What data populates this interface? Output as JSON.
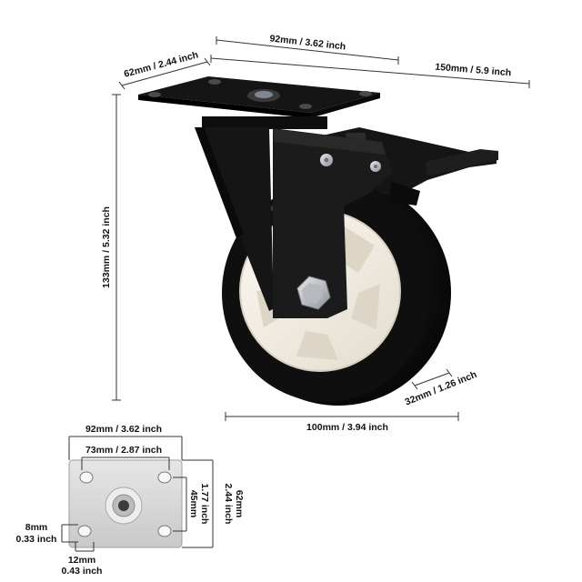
{
  "dimensions": {
    "top_plate_bolt_span": "92mm / 3.62 inch",
    "top_plate_depth": "62mm / 2.44 inch",
    "overall_length": "150mm / 5.9 inch",
    "overall_height": "133mm / 5.32 inch",
    "wheel_width": "32mm / 1.26 inch",
    "wheel_diameter": "100mm / 3.94 inch",
    "plate_width": "92mm / 3.62 inch",
    "bolt_spacing_x": "73mm / 2.87 inch",
    "plate_depth_mm": "62mm",
    "plate_depth_in": "2.44 inch",
    "bolt_spacing_y_mm": "45mm",
    "bolt_spacing_y_in": "1.77 inch",
    "edge_offset_mm": "8mm",
    "edge_offset_in": "0.33 inch",
    "hole_size_mm": "12mm",
    "hole_size_in": "0.43 inch"
  },
  "colors": {
    "caster_body": "#151515",
    "wheel_tread": "#0c0c0c",
    "wheel_hub": "#f3efe6",
    "hardware": "#c9ccd1",
    "plate_top_view": "#d7d7d7",
    "dimension_line": "#333333"
  }
}
